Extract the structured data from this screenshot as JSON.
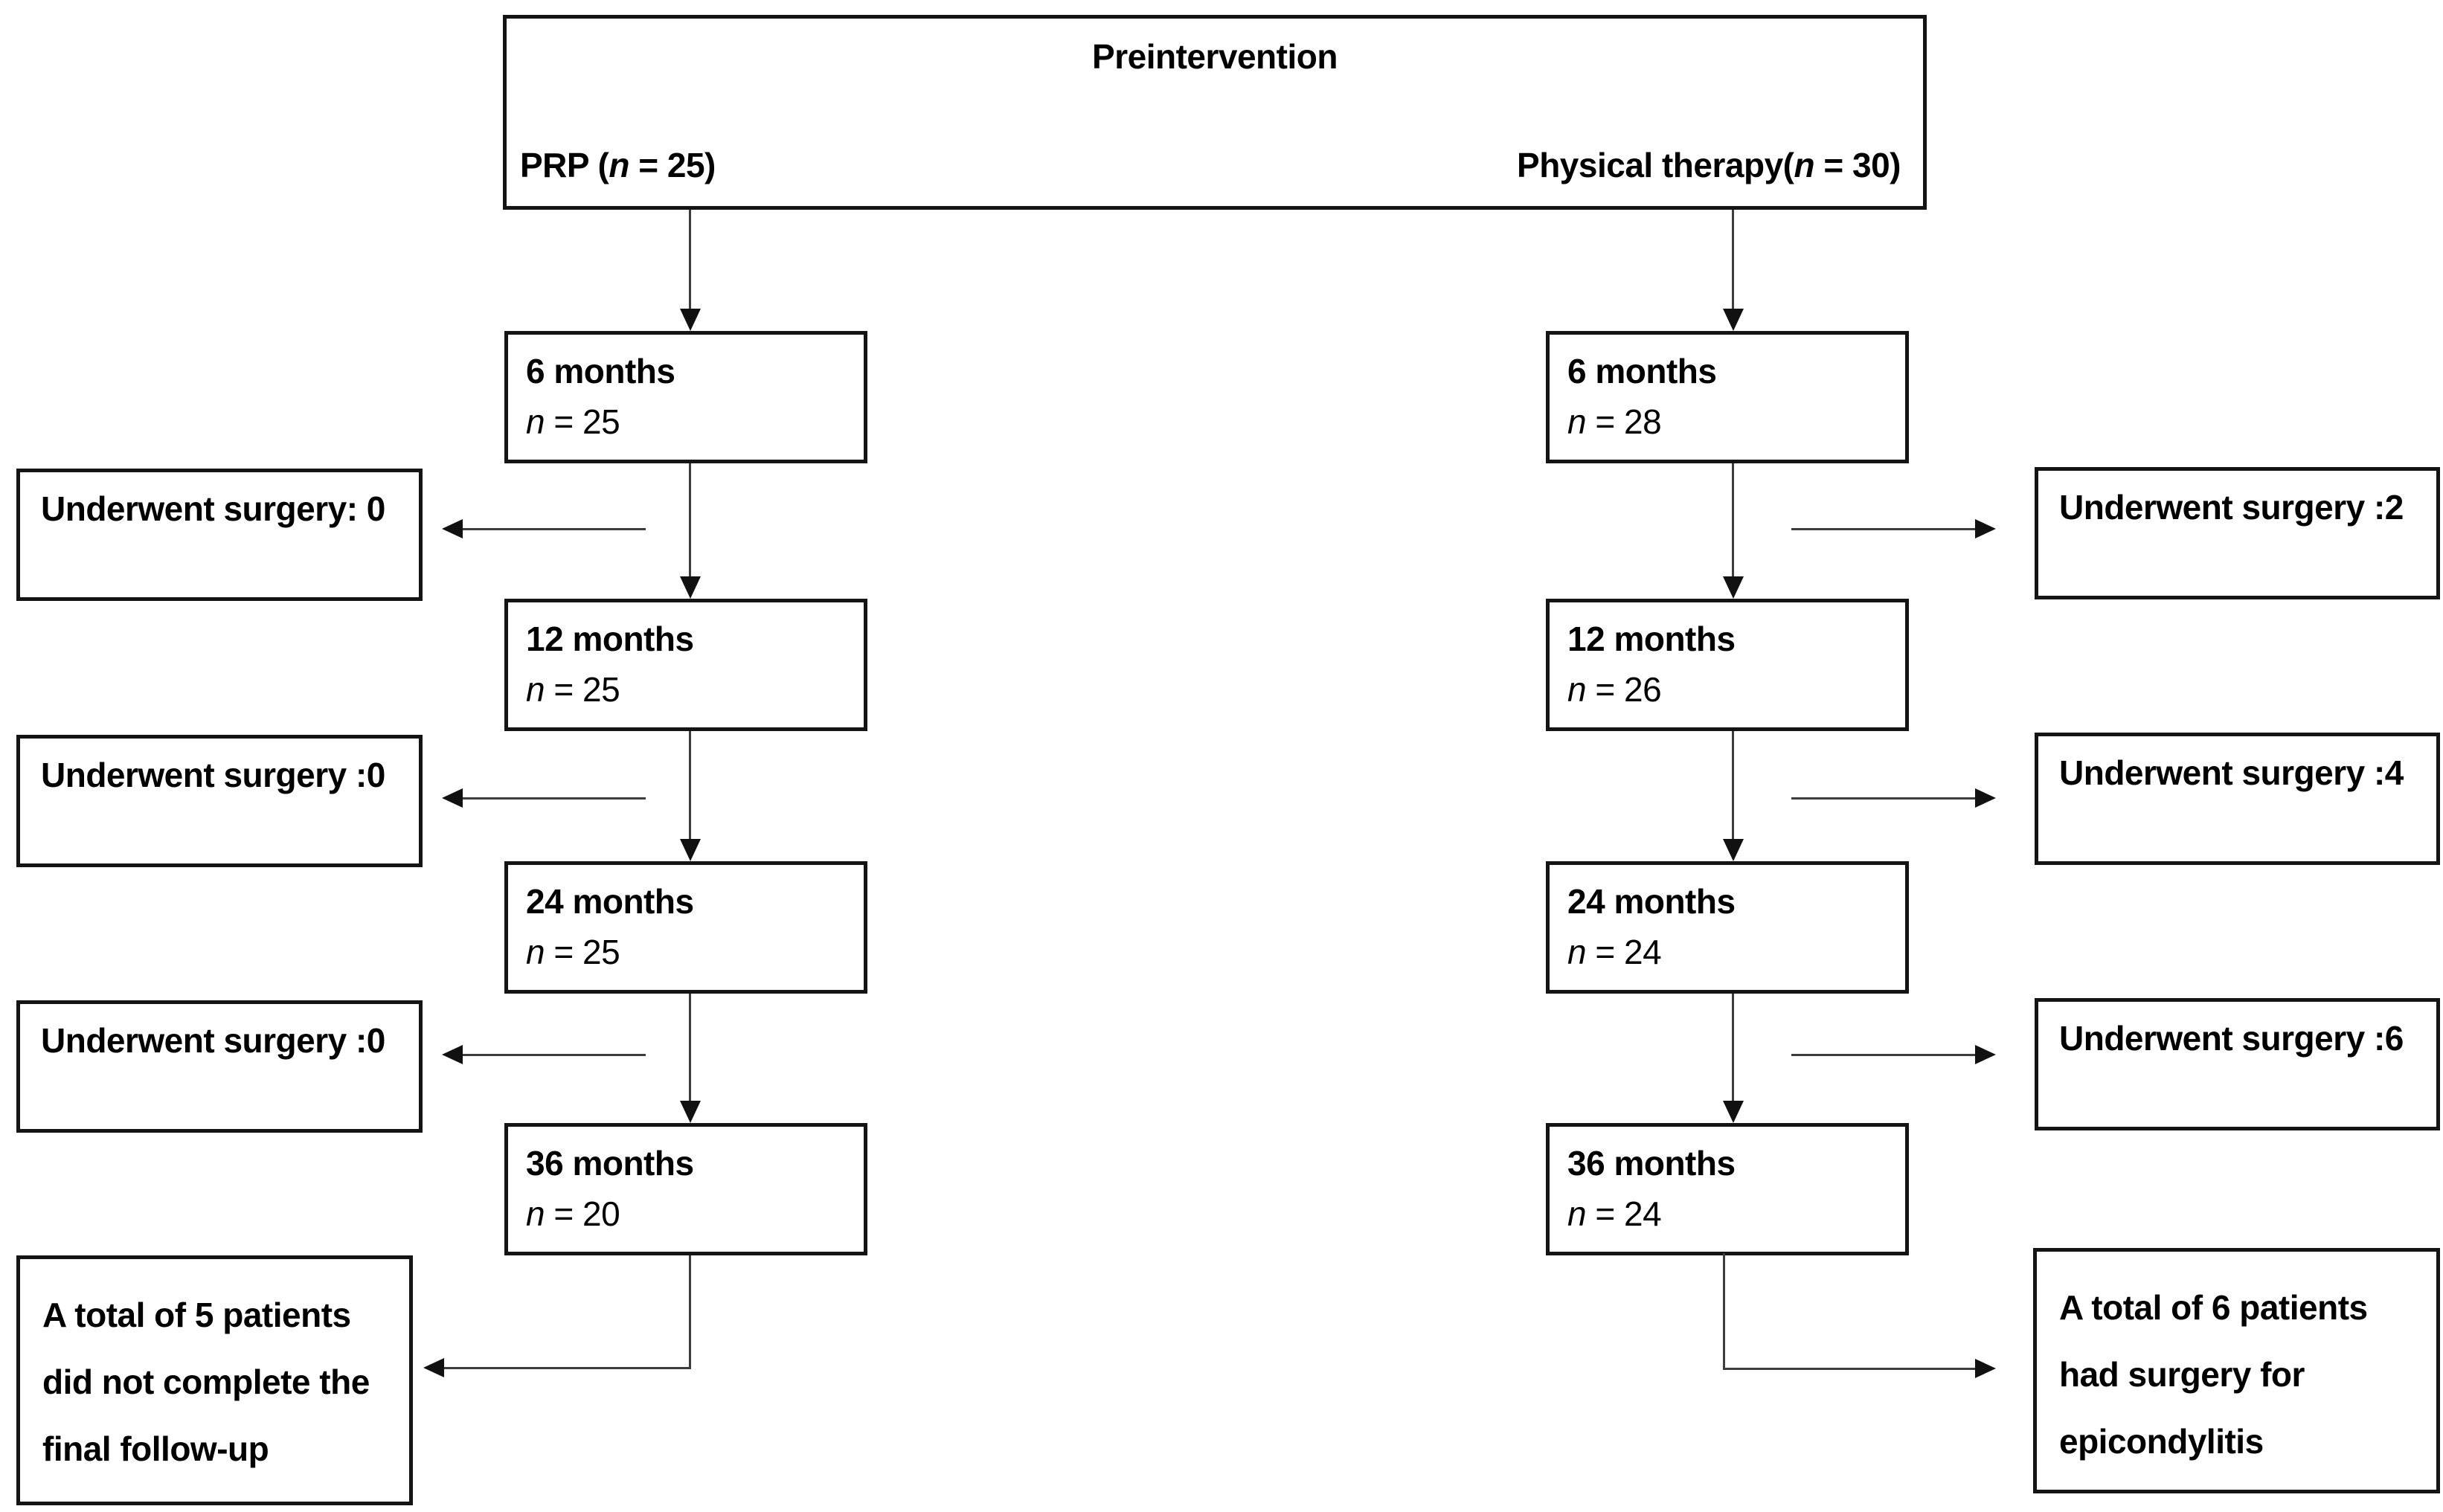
{
  "title": "Preintervention",
  "arms": {
    "prp": {
      "name": "PRP (",
      "n_symbol": "n",
      "n_rest": " = 25)"
    },
    "pt": {
      "name": "Physical therapy(",
      "n_symbol": "n",
      "n_rest": " = 30)"
    }
  },
  "left": {
    "followups": [
      {
        "period": "6 months",
        "n_symbol": "n",
        "n_rest": " = 25"
      },
      {
        "period": "12 months",
        "n_symbol": "n",
        "n_rest": " = 25"
      },
      {
        "period": "24 months",
        "n_symbol": "n",
        "n_rest": " = 25"
      },
      {
        "period": "36 months",
        "n_symbol": "n",
        "n_rest": " = 20"
      }
    ],
    "side_notes": [
      "Underwent surgery: 0",
      "Underwent surgery :0",
      "Underwent surgery :0"
    ],
    "final_note_lines": [
      "A total of 5 patients",
      "did not complete the",
      "final follow-up"
    ]
  },
  "right": {
    "followups": [
      {
        "period": "6 months",
        "n_symbol": "n",
        "n_rest": " = 28"
      },
      {
        "period": "12 months",
        "n_symbol": "n",
        "n_rest": " = 26"
      },
      {
        "period": "24 months",
        "n_symbol": "n",
        "n_rest": " = 24"
      },
      {
        "period": "36 months",
        "n_symbol": "n",
        "n_rest": " = 24"
      }
    ],
    "side_notes": [
      "Underwent surgery :2",
      "Underwent surgery :4",
      "Underwent surgery :6"
    ],
    "final_note_lines": [
      "A total of 6 patients",
      "had surgery for",
      "epicondylitis"
    ]
  },
  "colors": {
    "background": "#ffffff",
    "box_border": "#141414",
    "connector_line": "#3d3d3d",
    "text": "#000000"
  }
}
